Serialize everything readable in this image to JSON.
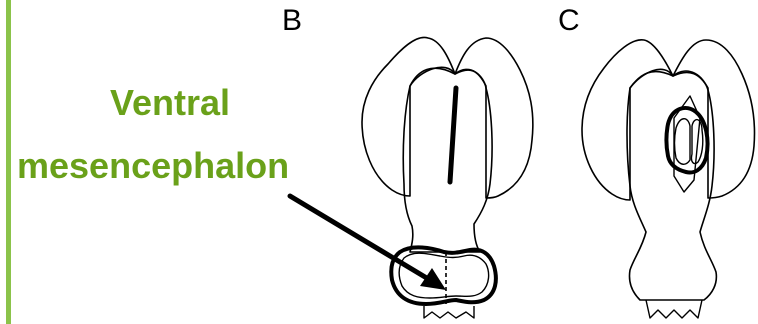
{
  "panels": [
    {
      "letter": "B"
    },
    {
      "letter": "C"
    }
  ],
  "label": {
    "line1": "Ventral",
    "line2": "mesencephalon"
  },
  "colors": {
    "label": "#6aa11a",
    "accent_bar": "#8bc34a",
    "ink": "#000000"
  }
}
